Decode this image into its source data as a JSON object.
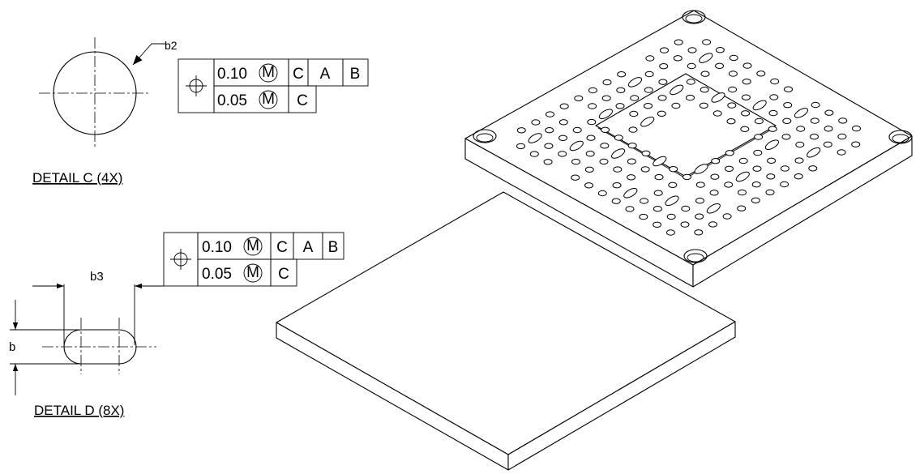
{
  "detail_c": {
    "label": "DETAIL C (4X)",
    "dim_label": "b2",
    "fcf": {
      "symbol_icon": "position-icon",
      "row1": [
        "0.10",
        "C",
        "A",
        "B"
      ],
      "row2": [
        "0.05",
        "C"
      ],
      "modifier": "M"
    }
  },
  "detail_d": {
    "label": "DETAIL D (8X)",
    "width_label": "b3",
    "height_label": "b",
    "fcf": {
      "symbol_icon": "position-icon",
      "row1": [
        "0.10",
        "C",
        "A",
        "B"
      ],
      "row2": [
        "0.05",
        "C"
      ],
      "modifier": "M"
    }
  }
}
